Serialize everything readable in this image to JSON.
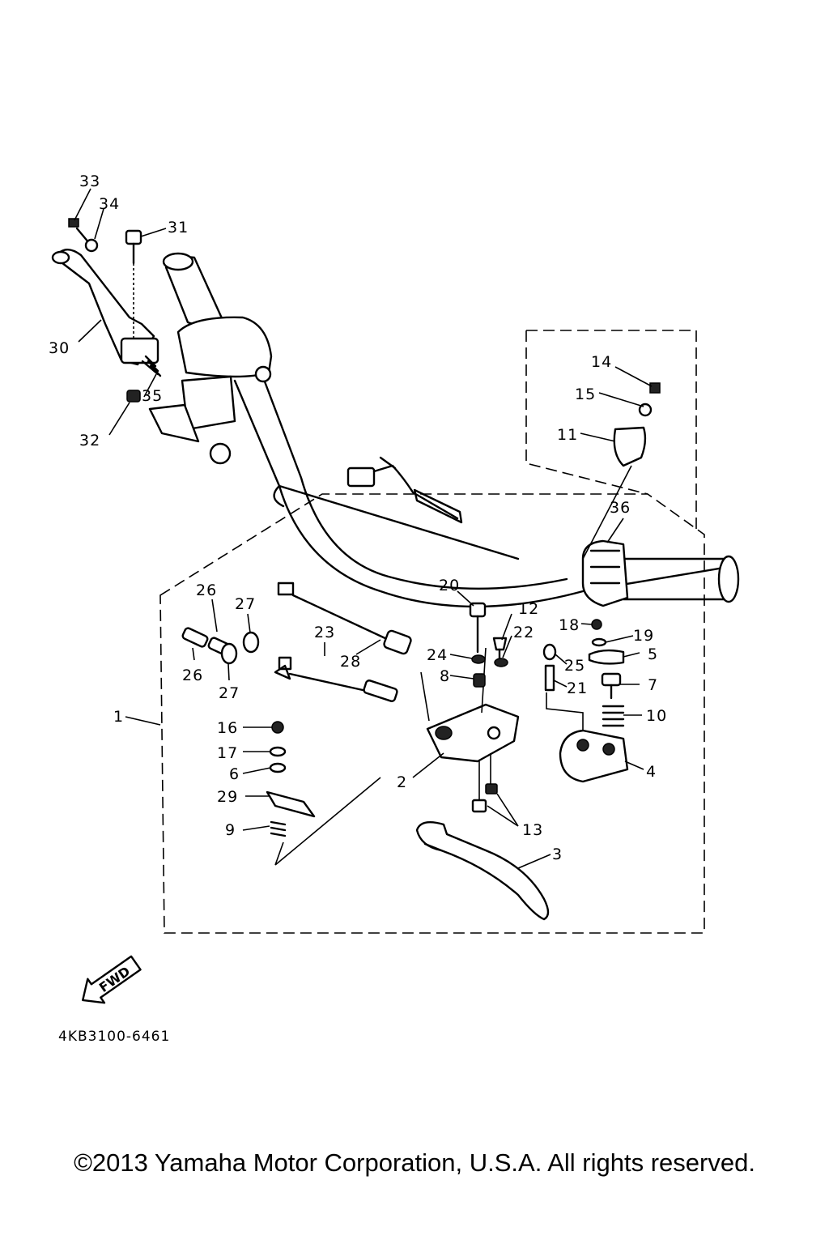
{
  "diagram": {
    "callouts": [
      "1",
      "2",
      "3",
      "4",
      "5",
      "6",
      "7",
      "8",
      "9",
      "10",
      "11",
      "12",
      "13",
      "14",
      "15",
      "16",
      "17",
      "18",
      "19",
      "20",
      "21",
      "22",
      "23",
      "24",
      "25",
      "26",
      "26",
      "27",
      "27",
      "28",
      "29",
      "30",
      "31",
      "32",
      "33",
      "34",
      "35",
      "36"
    ],
    "fwd_label": "FWD",
    "part_code": "4KB3100-6461"
  },
  "footer": {
    "copyright": "©2013 Yamaha Motor Corporation, U.S.A. All rights reserved."
  }
}
